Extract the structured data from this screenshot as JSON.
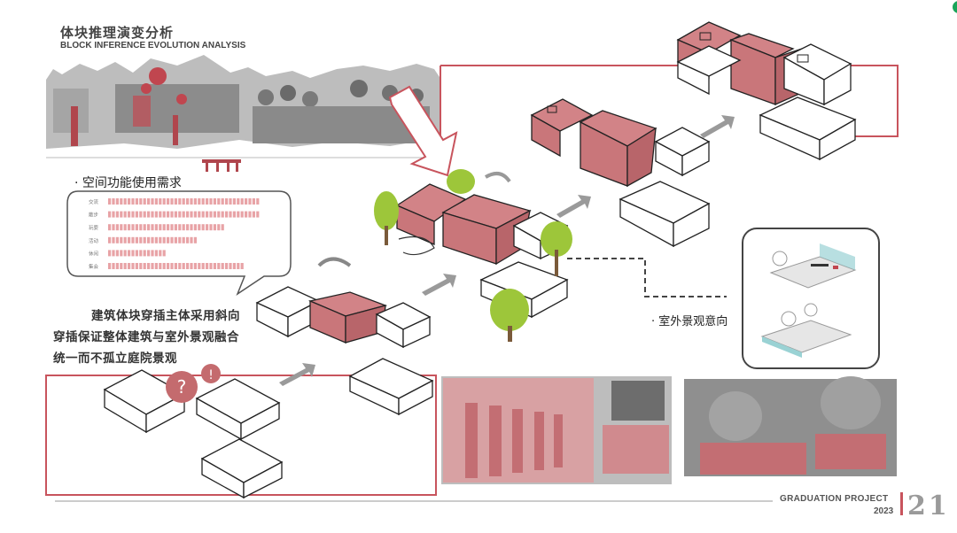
{
  "header": {
    "title_cn": "体块推理演变分析",
    "title_en": "BLOCK INFERENCE EVOLUTION ANALYSIS"
  },
  "demand": {
    "title": "· 空间功能使用需求",
    "bars": [
      {
        "label": "交流",
        "value": 1.0
      },
      {
        "label": "散步",
        "value": 1.0
      },
      {
        "label": "玩耍",
        "value": 0.76
      },
      {
        "label": "活动",
        "value": 0.6
      },
      {
        "label": "休闲",
        "value": 0.4
      },
      {
        "label": "集会",
        "value": 0.88
      }
    ]
  },
  "description": {
    "line1": "建筑体块穿插主体采用斜向",
    "line2": "穿插保证整体建筑与室外景观融合",
    "line3": "统一而不孤立庭院景观"
  },
  "landscape": {
    "label": "· 室外景观意向"
  },
  "footer": {
    "project": "GRADUATION PROJECT",
    "year": "2023",
    "page": "21"
  },
  "colors": {
    "accent": "#c8545d",
    "block_fill": "#c9767a",
    "bar_color": "#e8a3a6",
    "frame": "#c8545d",
    "arrow": "#999999",
    "glass": "#9ad2d4"
  }
}
